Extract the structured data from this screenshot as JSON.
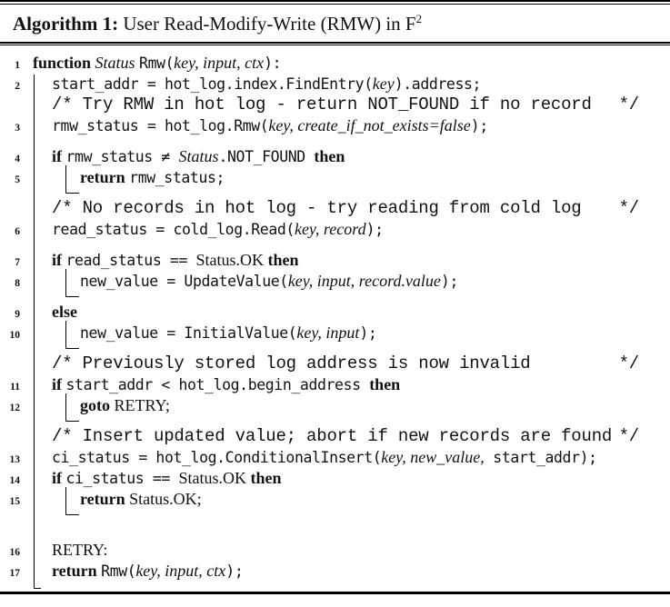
{
  "colors": {
    "background": "#ffffff",
    "text": "#111111",
    "rule": "#000000"
  },
  "title": {
    "label": "Algorithm 1:",
    "text": " User Read-Modify-Write (RMW) in F",
    "superscript": "2"
  },
  "algorithm": {
    "lines": [
      {
        "num": "1",
        "level": 0,
        "tokens": [
          [
            "kw",
            "function "
          ],
          [
            "it",
            "Status "
          ],
          [
            "id",
            "Rmw("
          ],
          [
            "it",
            "key, input, ctx"
          ],
          [
            "id",
            "):"
          ]
        ]
      },
      {
        "num": "2",
        "level": 1,
        "tokens": [
          [
            "id",
            "start_addr = hot_log.index.FindEntry("
          ],
          [
            "it",
            "key"
          ],
          [
            "id",
            ").address;"
          ]
        ]
      },
      {
        "comment": true,
        "level": 1,
        "open": "/* ",
        "body": "Try RMW in hot log - return NOT_FOUND if no record",
        "close": "*/"
      },
      {
        "num": "3",
        "level": 1,
        "tokens": [
          [
            "id",
            "rmw_status = hot_log.Rmw("
          ],
          [
            "it",
            "key, create_if_not_exists=false"
          ],
          [
            "id",
            ");"
          ]
        ]
      },
      {
        "num": "4",
        "level": 1,
        "gap": "sm",
        "tokens": [
          [
            "kw",
            "if "
          ],
          [
            "id",
            "rmw_status ≠ "
          ],
          [
            "it",
            "Status"
          ],
          [
            "id",
            ".NOT_FOUND "
          ],
          [
            "kw",
            "then"
          ]
        ]
      },
      {
        "num": "5",
        "level": 2,
        "hook": true,
        "tokens": [
          [
            "kw",
            "return "
          ],
          [
            "id",
            "rmw_status;"
          ]
        ]
      },
      {
        "comment": true,
        "level": 1,
        "gap": "sm",
        "open": "/* ",
        "body": "No records in hot log - try reading from cold log",
        "close": "*/"
      },
      {
        "num": "6",
        "level": 1,
        "tokens": [
          [
            "id",
            "read_status = cold_log.Read("
          ],
          [
            "it",
            "key, record"
          ],
          [
            "id",
            ");"
          ]
        ]
      },
      {
        "num": "7",
        "level": 1,
        "gap": "sm",
        "tokens": [
          [
            "kw",
            "if "
          ],
          [
            "id",
            "read_status == "
          ],
          [
            "sf",
            "Status.OK "
          ],
          [
            "kw",
            "then"
          ]
        ]
      },
      {
        "num": "8",
        "level": 2,
        "hook": true,
        "tokens": [
          [
            "id",
            "new_value = UpdateValue("
          ],
          [
            "it",
            "key, input, record.value"
          ],
          [
            "id",
            ");"
          ]
        ]
      },
      {
        "num": "9",
        "level": 1,
        "gap": "sm",
        "tokens": [
          [
            "kw",
            "else"
          ]
        ]
      },
      {
        "num": "10",
        "level": 2,
        "hook": true,
        "tokens": [
          [
            "id",
            "new_value = InitialValue("
          ],
          [
            "it",
            "key, input"
          ],
          [
            "id",
            ");"
          ]
        ]
      },
      {
        "comment": true,
        "level": 1,
        "gap": "sm",
        "open": "/* ",
        "body": "Previously stored log address is now invalid",
        "close": "*/"
      },
      {
        "num": "11",
        "level": 1,
        "tokens": [
          [
            "kw",
            "if "
          ],
          [
            "id",
            "start_addr < hot_log.begin_address "
          ],
          [
            "kw",
            "then"
          ]
        ]
      },
      {
        "num": "12",
        "level": 2,
        "hook": true,
        "tokens": [
          [
            "kw",
            "goto "
          ],
          [
            "sf",
            "RETRY;"
          ]
        ]
      },
      {
        "comment": true,
        "level": 1,
        "gap": "sm",
        "open": "/* ",
        "body": "Insert updated value; abort if new records are found",
        "close": "*/"
      },
      {
        "num": "13",
        "level": 1,
        "tokens": [
          [
            "id",
            "ci_status = hot_log.ConditionalInsert("
          ],
          [
            "it",
            "key, new_value,"
          ],
          [
            "id",
            " start_addr);"
          ]
        ]
      },
      {
        "num": "14",
        "level": 1,
        "tokens": [
          [
            "kw",
            "if "
          ],
          [
            "id",
            "ci_status == "
          ],
          [
            "sf",
            "Status.OK "
          ],
          [
            "kw",
            "then"
          ]
        ]
      },
      {
        "num": "15",
        "level": 2,
        "hook": true,
        "tokens": [
          [
            "kw",
            "return "
          ],
          [
            "sf",
            "Status.OK;"
          ]
        ]
      },
      {
        "num": "16",
        "level": 1,
        "gap": "lg",
        "tokens": [
          [
            "sf",
            "RETRY:"
          ]
        ]
      },
      {
        "num": "17",
        "level": 1,
        "tokens": [
          [
            "kw",
            "return "
          ],
          [
            "id",
            "Rmw("
          ],
          [
            "it",
            "key, input, ctx"
          ],
          [
            "id",
            ");"
          ]
        ]
      }
    ]
  }
}
